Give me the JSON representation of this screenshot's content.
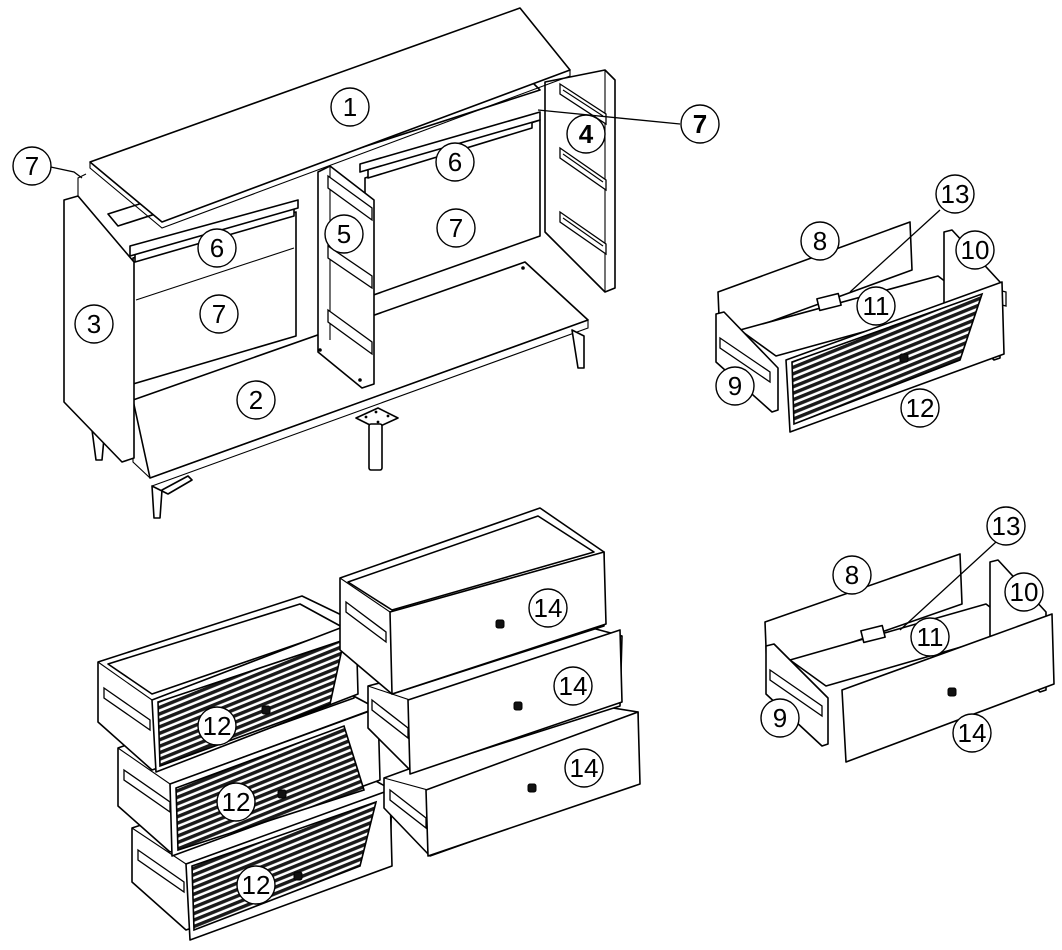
{
  "callouts": {
    "top": "1",
    "bottom": "2",
    "side_left": "3",
    "side_right": "4",
    "middle_partition": "5",
    "shelf_left": "6",
    "shelf_right": "6",
    "back_left": "7",
    "back_right": "7",
    "back_top_left": "7",
    "back_top_right": "7",
    "drawer_a_back": "8",
    "drawer_a_side_left": "9",
    "drawer_a_side_right": "10",
    "drawer_a_bottom": "11",
    "drawer_a_front": "12",
    "drawer_a_clip": "13",
    "drawer_b_back": "8",
    "drawer_b_side_left": "9",
    "drawer_b_side_right": "10",
    "drawer_b_bottom": "11",
    "drawer_b_front": "14",
    "drawer_b_clip": "13",
    "stack_left_1": "12",
    "stack_left_2": "12",
    "stack_left_3": "12",
    "stack_right_1": "14",
    "stack_right_2": "14",
    "stack_right_3": "14"
  },
  "colors": {
    "line": "#000000",
    "background": "#ffffff",
    "hatch": "#1a1a1a"
  }
}
